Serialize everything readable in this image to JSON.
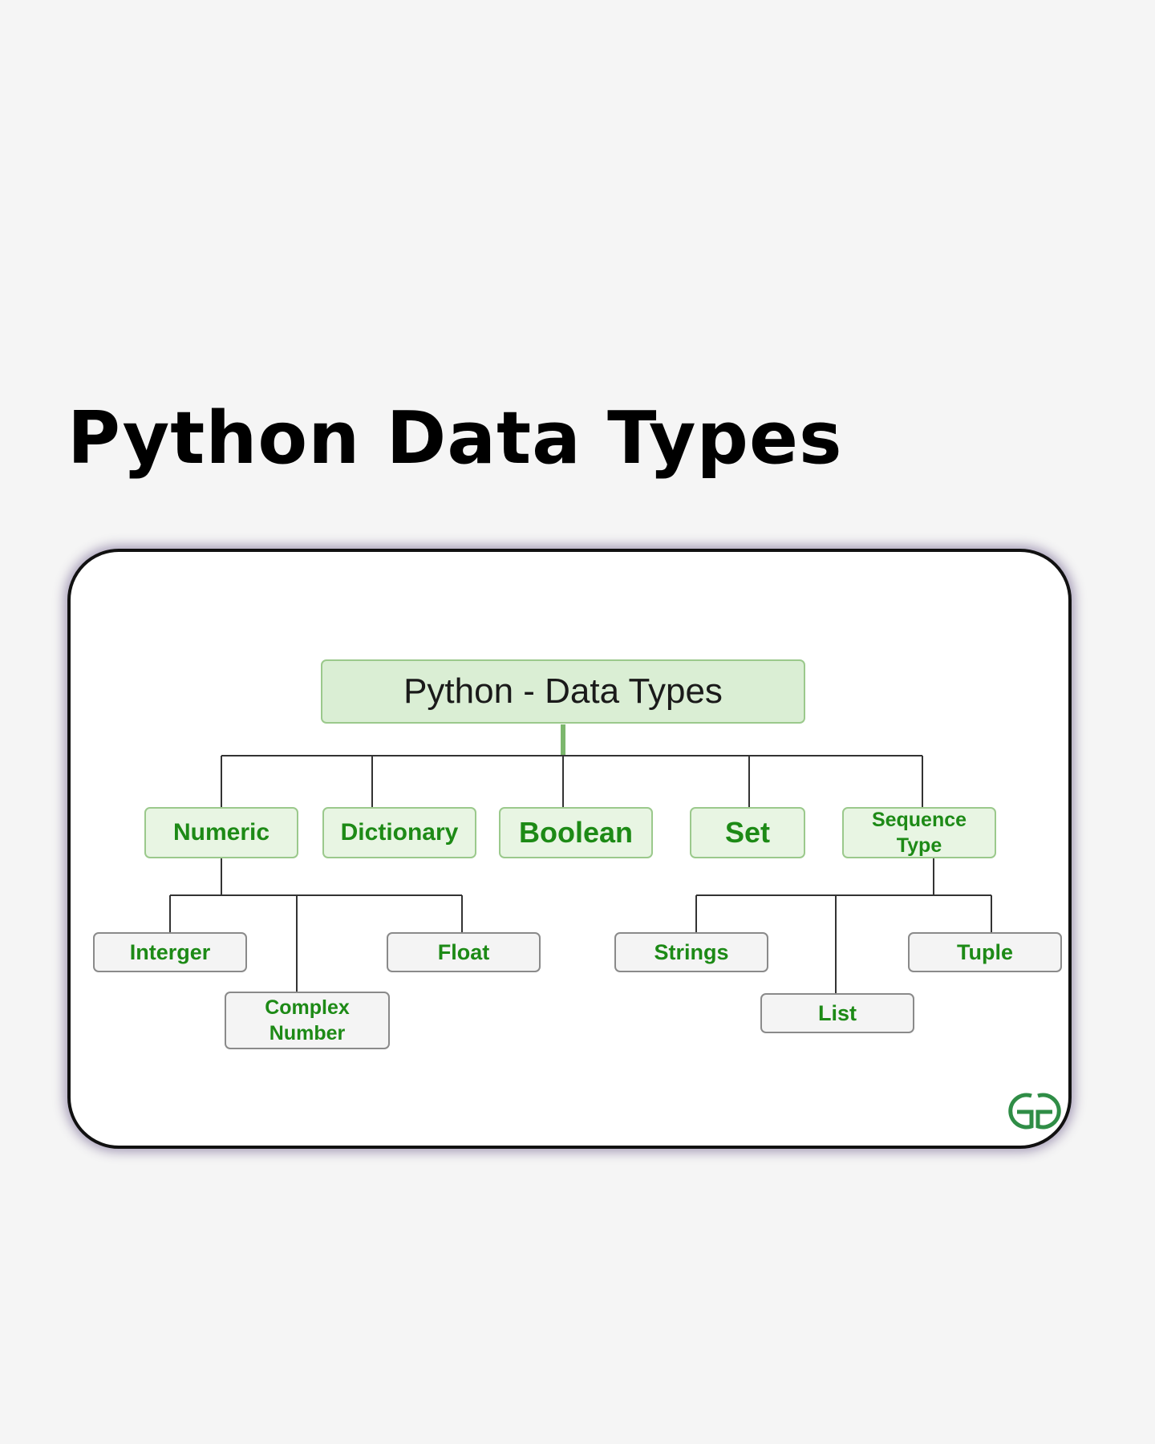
{
  "title": "Python Data Types",
  "diagram": {
    "root": "Python - Data Types",
    "categories": [
      "Numeric",
      "Dictionary",
      "Boolean",
      "Set",
      "Sequence\nType"
    ],
    "numeric_children": [
      "Interger",
      "Complex\nNumber",
      "Float"
    ],
    "sequence_children": [
      "Strings",
      "List",
      "Tuple"
    ]
  },
  "colors": {
    "node_text": "#1d8a16",
    "node_fill_green": "#e8f5e3",
    "node_border_green": "#9bc98c",
    "logo": "#2f8d46"
  },
  "logo_icon": "geeksforgeeks-logo-icon"
}
